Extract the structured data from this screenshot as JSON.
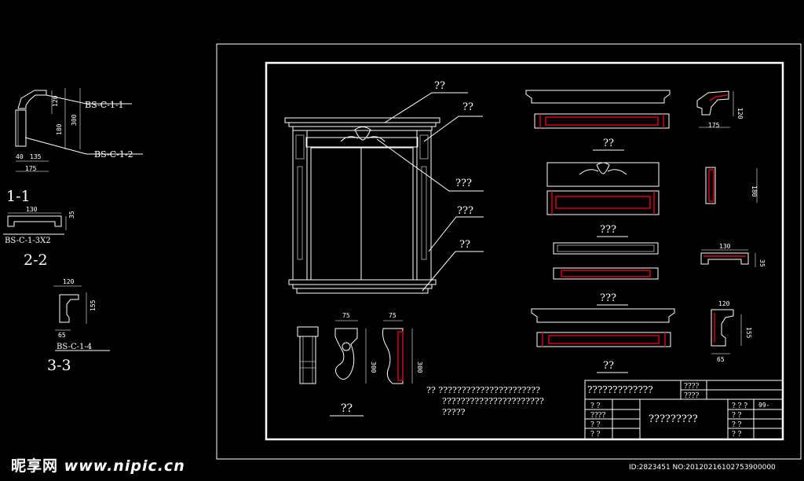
{
  "left_details": {
    "d1_label1": "BS-C-1-1",
    "d1_label2": "BS-C-1-2",
    "d1_dims": [
      "120",
      "300",
      "180",
      "40",
      "135",
      "175"
    ],
    "section1": "1-1",
    "d2_dim_w": "130",
    "d2_dim_h": "35",
    "d2_label": "BS-C-1-3X2",
    "section2": "2-2",
    "d3_dim_w": "120",
    "d3_dim_h": "155",
    "d3_dim_b": "65",
    "d3_label": "BS-C-1-4",
    "section3": "3-3"
  },
  "callouts": [
    "??",
    "??",
    "???",
    "???",
    "??"
  ],
  "bracket_dims": [
    "75",
    "75",
    "300",
    "300"
  ],
  "bracket_caption": "??",
  "center_captions": [
    "??",
    "???",
    "???",
    "??"
  ],
  "right_dims": {
    "a_h": "120",
    "a_w": "175",
    "b_h": "180",
    "c_w": "130",
    "c_h": "35",
    "d_w": "120",
    "d_h": "155",
    "d_b": "65"
  },
  "notes": [
    "??  ??????????????????????",
    "??????????????????????",
    "?????"
  ],
  "title_block": {
    "project": "?????????????",
    "top_right_1": "????",
    "top_right_2": "????",
    "left_rows": [
      "? ?",
      "????",
      "? ?",
      "? ?"
    ],
    "center": "?????????",
    "right_rows": [
      "? ? ?",
      "? ?",
      "? ?",
      "? ?"
    ],
    "number": "99-"
  },
  "logo": {
    "cn": "昵享网",
    "url": "www.nipic.cn"
  },
  "watermark": "ID:2823451 NO:20120216102753900000"
}
